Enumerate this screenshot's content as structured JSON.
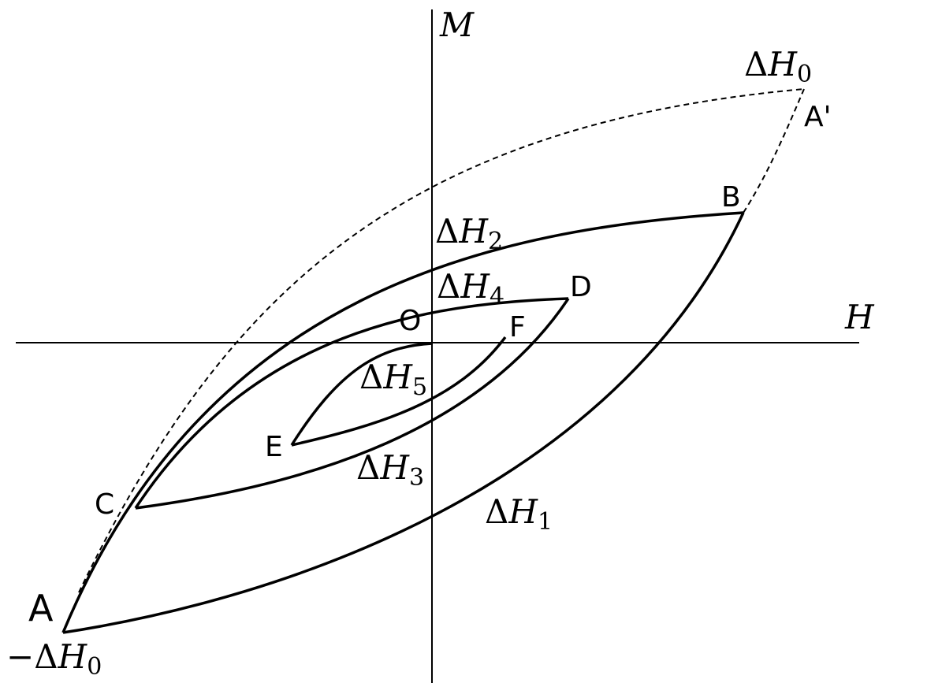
{
  "axes": {
    "x_label": "H",
    "y_label": "M"
  },
  "points": {
    "A": "A",
    "A_prime": "A'",
    "B": "B",
    "C": "C",
    "D": "D",
    "E": "E",
    "F": "F",
    "O": "O"
  },
  "field_labels": {
    "dH0_pos": {
      "delta": "Δ",
      "var": "H",
      "sub": "0"
    },
    "dH0_neg": {
      "sign": "−",
      "delta": "Δ",
      "var": "H",
      "sub": "0"
    },
    "dH1": {
      "delta": "Δ",
      "var": "H",
      "sub": "1"
    },
    "dH2": {
      "delta": "Δ",
      "var": "H",
      "sub": "2"
    },
    "dH3": {
      "delta": "Δ",
      "var": "H",
      "sub": "3"
    },
    "dH4": {
      "delta": "Δ",
      "var": "H",
      "sub": "4"
    },
    "dH5": {
      "delta": "Δ",
      "var": "H",
      "sub": "5"
    }
  }
}
